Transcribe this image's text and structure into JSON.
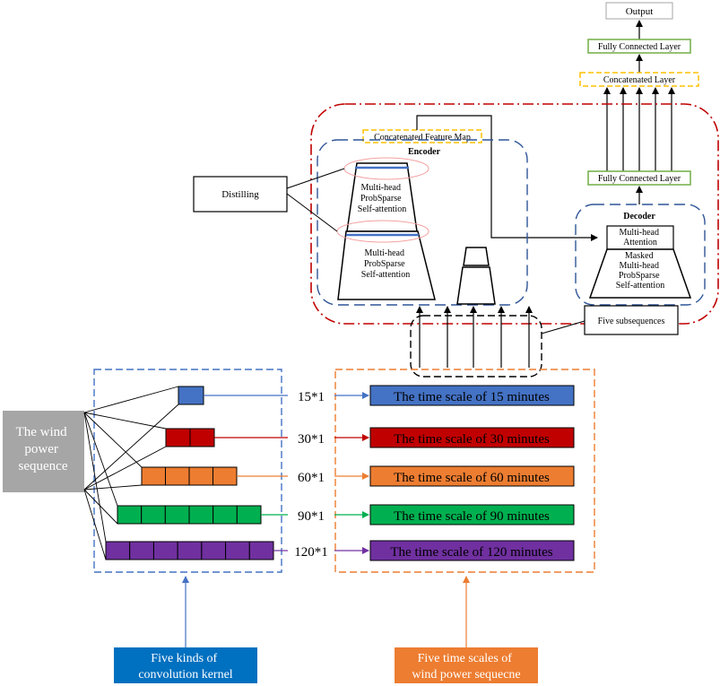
{
  "output_label": "Output",
  "fc_top_label": "Fully Connected Layer",
  "concat_layer_label": "Concatenated Layer",
  "fc_mid_label": "Fully Connected Layer",
  "concat_feature_label": "Concatenated Feature Map",
  "encoder_label": "Encoder",
  "decoder_label": "Decoder",
  "attn1_lines": [
    "Multi-head",
    "ProbSparse",
    "Self-attention"
  ],
  "attn2_lines": [
    "Multi-head",
    "ProbSparse",
    "Self-attention"
  ],
  "distilling_label": "Distilling",
  "decoder_attention_lines": [
    "Multi-head",
    "Attention"
  ],
  "decoder_masked_lines": [
    "Masked",
    "Multi-head",
    "ProbSparse",
    "Self-attention"
  ],
  "five_subsequences_label": "Five subsequences",
  "wind_sequence_lines": [
    "The wind",
    "power",
    "sequence"
  ],
  "kernel_label_lines": [
    "Five kinds of",
    "convolution kernel"
  ],
  "timescale_label_lines": [
    "Five time scales of",
    "wind power sequecne"
  ],
  "colors": {
    "blue": "#4472c4",
    "red": "#c00000",
    "orange": "#ed7d31",
    "green": "#00b050",
    "purple": "#7030a0",
    "darkred": "#c00000",
    "navy": "#2f5597",
    "gold": "#ffc000",
    "fc_green": "#70ad47",
    "gray": "#a6a6a6",
    "label_blue": "#0070c0",
    "label_orange": "#ed7d31"
  },
  "scales": [
    {
      "kernel": "15*1",
      "cells": 1,
      "label": "The time scale of 15 minutes",
      "color": "#4472c4"
    },
    {
      "kernel": "30*1",
      "cells": 2,
      "label": "The time scale of 30 minutes",
      "color": "#c00000"
    },
    {
      "kernel": "60*1",
      "cells": 4,
      "label": "The time scale of 60 minutes",
      "color": "#ed7d31"
    },
    {
      "kernel": "90*1",
      "cells": 6,
      "label": "The time scale of 90 minutes",
      "color": "#00b050"
    },
    {
      "kernel": "120*1",
      "cells": 7,
      "label": "The time scale of 120 minutes",
      "color": "#7030a0"
    }
  ]
}
